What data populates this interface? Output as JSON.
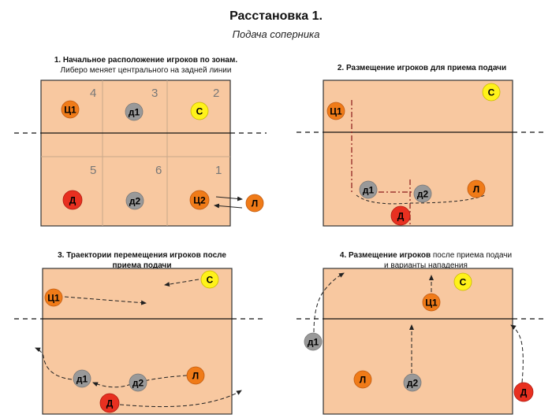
{
  "header": {
    "title": "Расстановка 1.",
    "subtitle": "Подача соперника"
  },
  "colors": {
    "court": "#f8c8a0",
    "center_player": "#f07b18",
    "setter": "#fff21a",
    "opposite": "#e83020",
    "substitute": "#999999",
    "libero": "#f07b18"
  },
  "players": {
    "c1": "Ц1",
    "c2": "Ц2",
    "s": "С",
    "d": "Д",
    "d1": "д1",
    "d2": "д2",
    "l": "Л"
  },
  "panels": {
    "p1": {
      "caption_line1": "1. Начальное расположение игроков по зонам.",
      "caption_line2": "Либеро меняет центрального на задней линии",
      "zones": [
        "4",
        "3",
        "2",
        "5",
        "6",
        "1"
      ]
    },
    "p2": {
      "caption": "2. Размещение игроков для приема подачи"
    },
    "p3": {
      "caption_line1": "3. Траектории перемещения игроков после",
      "caption_line2": "приема подачи"
    },
    "p4": {
      "caption_bold": "4. Размещение игроков",
      "caption_rest": " после приема подачи",
      "caption_line2": "и варианты нападения"
    }
  }
}
